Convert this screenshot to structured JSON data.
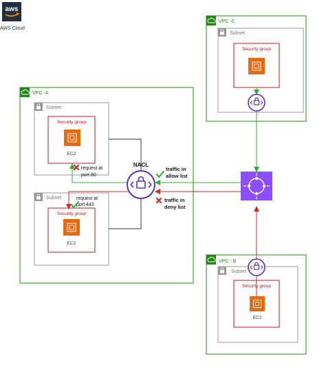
{
  "aws": {
    "logo_text": "aws",
    "cloud_label": "AWS Cloud"
  },
  "vpc_a": {
    "label": "VPC -A",
    "subnet1": {
      "label": "Subnet",
      "sg_label": "Security group",
      "instance_label": "EC2"
    },
    "subnet2": {
      "label": "Subnet",
      "sg_label": "Security group",
      "instance_label": "EC2"
    }
  },
  "vpc_b": {
    "label": "VPC - B",
    "subnet": {
      "label": "Subnet",
      "sg_label": "Security group",
      "instance_label": "EC2"
    }
  },
  "vpc_c": {
    "label": "VPC -C",
    "subnet": {
      "label": "Subnet",
      "sg_label": "Security group"
    }
  },
  "nacl": {
    "label": "NACL"
  },
  "annotations": {
    "request_port80": [
      "request at",
      "port 80"
    ],
    "request_port443": [
      "request at",
      "port 443"
    ],
    "traffic_allow": [
      "traffic in",
      "allow list"
    ],
    "traffic_deny": [
      "traffic in",
      "deny list"
    ]
  },
  "colors": {
    "vpc_green": "#248814",
    "subnet_gray": "#999999",
    "security_group_red": "#c7131f",
    "ec2_orange": "#e86a10",
    "transit_gateway_purple": "#8c4fff",
    "nacl_purple": "#5a30b5",
    "allow_green": "#33aa33",
    "deny_red": "#d62728",
    "connector_gray": "#333333"
  },
  "icons": [
    "aws-logo-icon",
    "vpc-cloud-icon",
    "subnet-lock-icon",
    "ec2-instance-icon",
    "nacl-icon",
    "transit-gateway-icon",
    "check-icon",
    "cross-icon"
  ]
}
